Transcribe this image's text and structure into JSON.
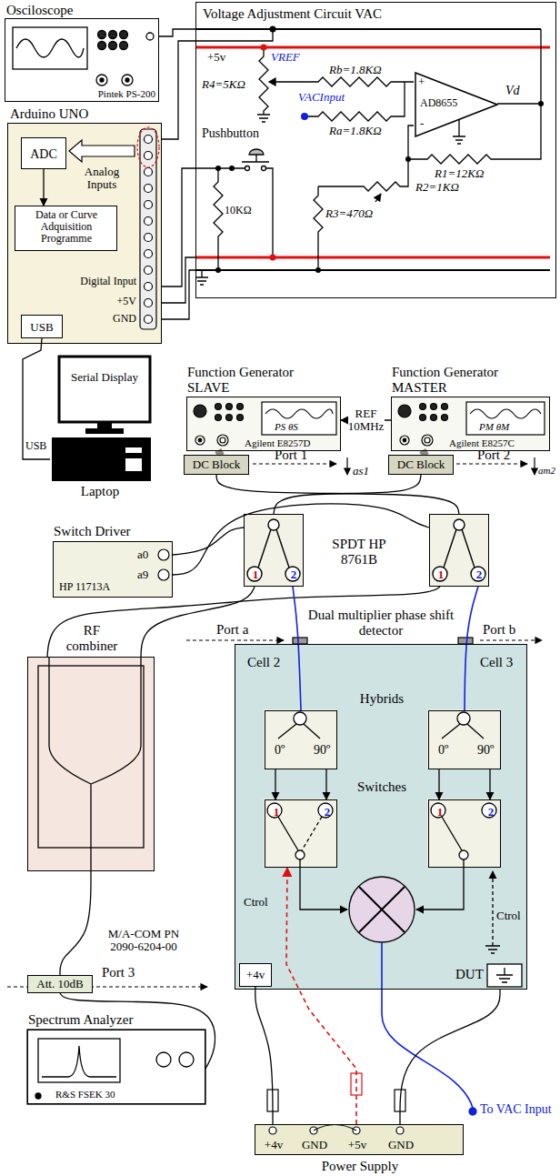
{
  "diagram": {
    "nodes": [
      {
        "text": [
          "Osciloscope",
          "Pintek PS-200"
        ]
      },
      {
        "text": [
          "Voltage Adjustment Circuit VAC"
        ]
      },
      {
        "text": [
          "+",
          "AD8655",
          "-"
        ],
        "in": 1
      },
      {
        "text": [
          "Arduino UNO"
        ]
      },
      {
        "text": [
          "ADC"
        ],
        "in": 3
      },
      {
        "text": [
          "Data or Curve Adquisition Programme"
        ],
        "in": 3
      },
      {
        "text": [
          "USB"
        ],
        "in": 3
      },
      {
        "text": [
          "Serial Display",
          "Laptop"
        ]
      },
      {
        "text": [
          "Function Generator SLAVE",
          "Agilent E8257D"
        ]
      },
      {
        "text": [
          "Function Generator MASTER",
          "Agilent E8257C"
        ]
      },
      {
        "text": [
          "DC Block"
        ]
      },
      {
        "text": [
          "DC Block"
        ]
      },
      {
        "text": [
          "Switch Driver",
          "a0",
          "a9",
          "HP 11713A"
        ]
      },
      {
        "text": [
          "1",
          "2"
        ]
      },
      {
        "text": [
          "1",
          "2"
        ]
      },
      {
        "text": [
          "Dual multiplier phase shift detector",
          "DUT"
        ]
      },
      {
        "text": [
          "0º",
          "90º"
        ],
        "in": 15
      },
      {
        "text": [
          "0º",
          "90º"
        ],
        "in": 15
      },
      {
        "text": [
          "1",
          "2"
        ],
        "in": 15
      },
      {
        "text": [
          "1",
          "2"
        ],
        "in": 15
      },
      {
        "text": [
          "+4v"
        ],
        "in": 15
      },
      {
        "text": [
          "RF combiner"
        ]
      },
      {
        "text": [
          "Att. 10dB"
        ]
      },
      {
        "text": [
          "Spectrum Analyzer",
          "R&S FSEK 30"
        ]
      },
      {
        "text": [
          "+4v",
          "GND",
          "+5v",
          "GND",
          "Power Supply"
        ]
      }
    ],
    "edges": [
      {
        "from": 0,
        "to": 1,
        "arrow": "none"
      },
      {
        "from": 3,
        "to": 1,
        "arrow": "none"
      },
      {
        "from": 3,
        "to": 1,
        "arrow": "none"
      },
      {
        "from": 3,
        "to": 1,
        "arrow": "none"
      },
      {
        "from": 3,
        "to": 1,
        "arrow": "none"
      },
      {
        "from": 4,
        "to": 5,
        "arrow": "to"
      },
      {
        "from": 6,
        "to": 7,
        "arrow": "none"
      },
      {
        "from": 9,
        "to": 8,
        "label": "REF 10MHz",
        "arrow": "to"
      },
      {
        "from": 8,
        "to": 10,
        "arrow": "none"
      },
      {
        "from": 9,
        "to": 11,
        "arrow": "none"
      },
      {
        "from": 10,
        "to": 14,
        "arrow": "none"
      },
      {
        "from": 11,
        "to": 13,
        "arrow": "none"
      },
      {
        "from": 12,
        "to": 13,
        "arrow": "none"
      },
      {
        "from": 12,
        "to": 14,
        "arrow": "none"
      },
      {
        "from": 13,
        "to": 21,
        "arrow": "none"
      },
      {
        "from": 14,
        "to": 21,
        "arrow": "none"
      },
      {
        "from": 13,
        "to": 16,
        "arrow": "none"
      },
      {
        "from": 14,
        "to": 17,
        "arrow": "none"
      },
      {
        "from": 16,
        "to": 18,
        "arrow": "to"
      },
      {
        "from": 16,
        "to": 18,
        "arrow": "to"
      },
      {
        "from": 17,
        "to": 19,
        "arrow": "to"
      },
      {
        "from": 17,
        "to": 19,
        "arrow": "to"
      },
      {
        "from": 21,
        "to": 22,
        "arrow": "none"
      },
      {
        "from": 22,
        "to": 23,
        "arrow": "none"
      },
      {
        "from": 24,
        "to": 20,
        "arrow": "none"
      },
      {
        "from": 24,
        "to": 18,
        "arrow": "to"
      },
      {
        "from": 24,
        "to": 15,
        "arrow": "none"
      }
    ],
    "labels": [
      "+5v",
      "VREF",
      "Rb=1.8KΩ",
      "R4=5KΩ",
      "VACInput",
      "Ra=1.8KΩ",
      "Vd",
      "R1=12KΩ",
      "R2=1KΩ",
      "R3=470Ω",
      "Pushbutton",
      "10KΩ",
      "Analog Inputs",
      "Digital Input",
      "+5V",
      "GND",
      "USB",
      "PS θS",
      "PM θM",
      "Port 1",
      "as1",
      "Port 2",
      "am2",
      "SPDT HP 8761B",
      "Port a",
      "Port b",
      "Cell 2",
      "Cell 3",
      "Hybrids",
      "Switches",
      "Ctrol",
      "Ctrol",
      "M/A-COM PN 2090-6204-00",
      "Port 3",
      "To VAC Input"
    ]
  }
}
